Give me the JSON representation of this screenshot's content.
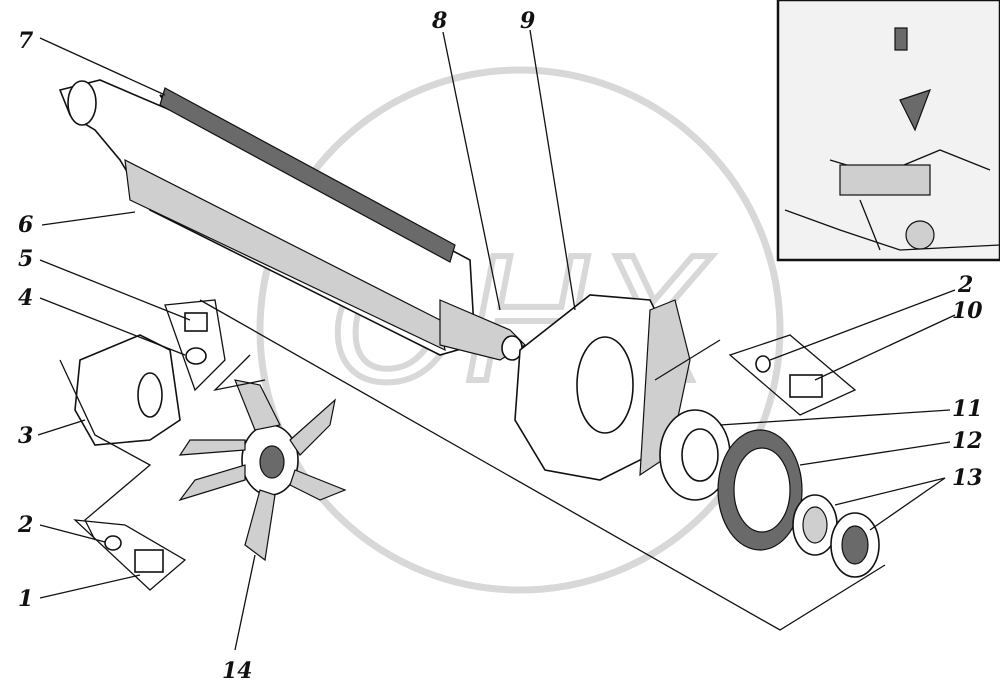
{
  "callouts": {
    "c1": "1",
    "c2a": "2",
    "c2b": "2",
    "c3": "3",
    "c4": "4",
    "c5": "5",
    "c6": "6",
    "c7": "7",
    "c8": "8",
    "c9": "9",
    "c10": "10",
    "c11": "11",
    "c12": "12",
    "c13": "13",
    "c14": "14"
  },
  "watermark": {
    "text": "ОНХ"
  }
}
